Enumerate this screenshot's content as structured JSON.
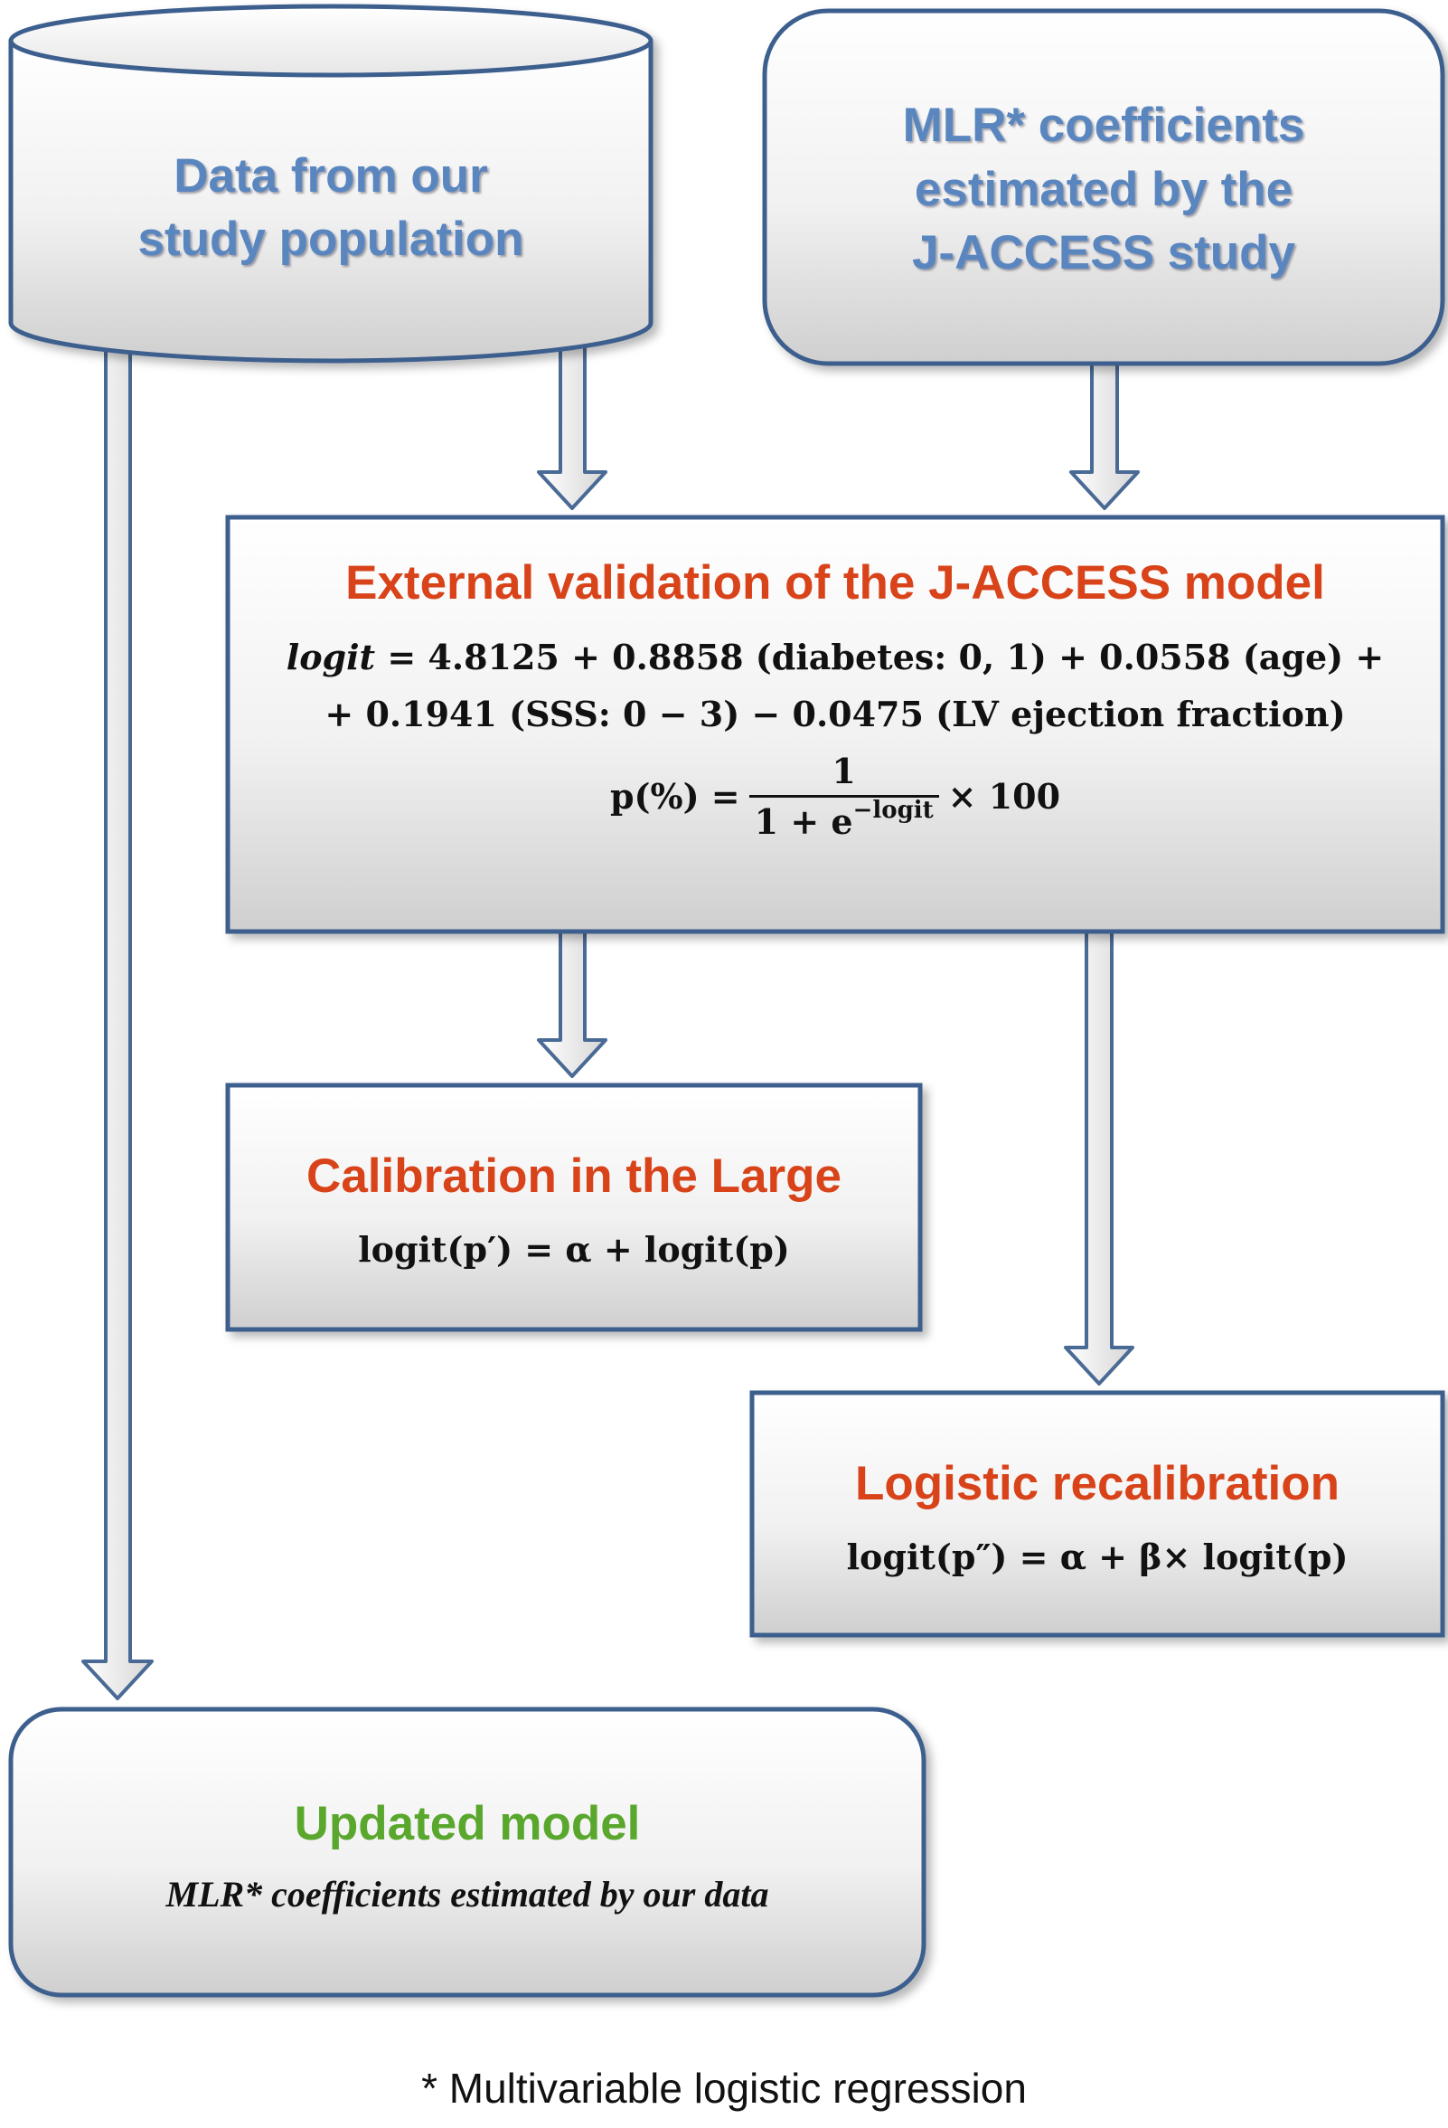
{
  "nodes": {
    "data_source": {
      "line1": "Data from our",
      "line2": "study population"
    },
    "coefficients": {
      "line1": "MLR* coefficients",
      "line2": "estimated by the",
      "line3": "J-ACCESS study"
    },
    "external_validation": {
      "title": "External validation of the J-ACCESS model",
      "logit_lhs": "logit",
      "eq_line1_rest": "= 4.8125 + 0.8858 (diabetes: 0, 1) + 0.0558 (age) +",
      "eq_line2": "+ 0.1941 (SSS: 0 − 3) − 0.0475 (LV ejection fraction)",
      "p_lhs": "p(%) =",
      "frac_num": "1",
      "frac_den": "1 + e",
      "frac_exp": "−logit",
      "times": "× 100"
    },
    "calibration_large": {
      "title": "Calibration in the Large",
      "equation": "logit(p′) = α + logit(p)"
    },
    "logistic_recalibration": {
      "title": "Logistic recalibration",
      "equation": "logit(p″) = α + β× logit(p)"
    },
    "updated_model": {
      "title": "Updated model",
      "subtitle": "MLR* coefficients estimated by our data"
    }
  },
  "footnote": "* Multivariable logistic regression",
  "colors": {
    "box_border": "#3e5f8e",
    "blue_title": "#5a86c0",
    "red_title": "#d8431a",
    "green_title": "#5aa72e",
    "arrow_border": "#4a6a96"
  }
}
